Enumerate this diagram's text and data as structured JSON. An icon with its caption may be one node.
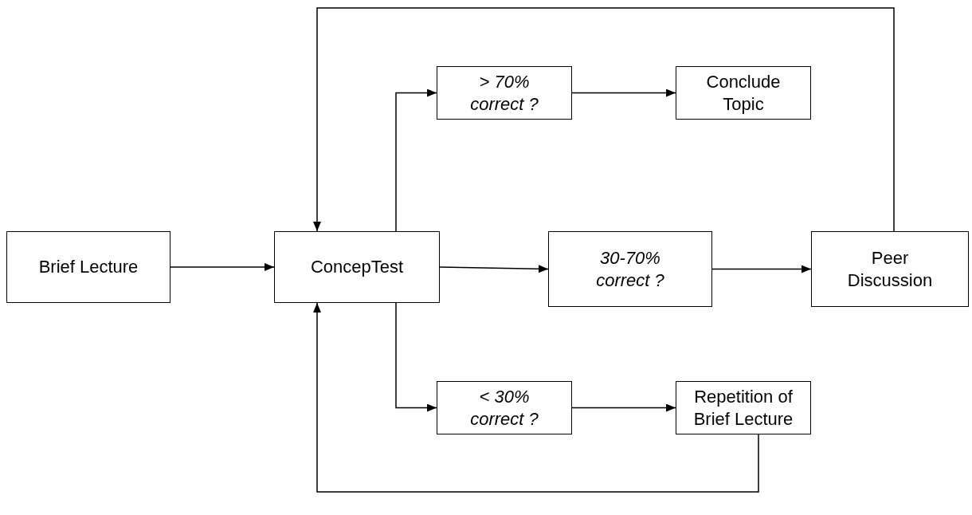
{
  "diagram": {
    "nodes": [
      {
        "text": [
          "Brief Lecture"
        ]
      },
      {
        "text": [
          "ConcepTest"
        ]
      },
      {
        "text": [
          "> 70% correct ?"
        ]
      },
      {
        "text": [
          "Conclude Topic"
        ]
      },
      {
        "text": [
          "30-70% correct ?"
        ]
      },
      {
        "text": [
          "Peer Discussion"
        ]
      },
      {
        "text": [
          "< 30% correct ?"
        ]
      },
      {
        "text": [
          "Repetition of Brief Lecture"
        ]
      }
    ],
    "edges": [
      {
        "from": 0,
        "to": 1,
        "arrow": "to"
      },
      {
        "from": 1,
        "to": 2,
        "arrow": "to"
      },
      {
        "from": 2,
        "to": 3,
        "arrow": "to"
      },
      {
        "from": 1,
        "to": 4,
        "arrow": "to"
      },
      {
        "from": 4,
        "to": 5,
        "arrow": "to"
      },
      {
        "from": 1,
        "to": 6,
        "arrow": "to"
      },
      {
        "from": 6,
        "to": 7,
        "arrow": "to"
      },
      {
        "from": 5,
        "to": 1,
        "arrow": "to"
      },
      {
        "from": 7,
        "to": 1,
        "arrow": "to"
      }
    ]
  }
}
